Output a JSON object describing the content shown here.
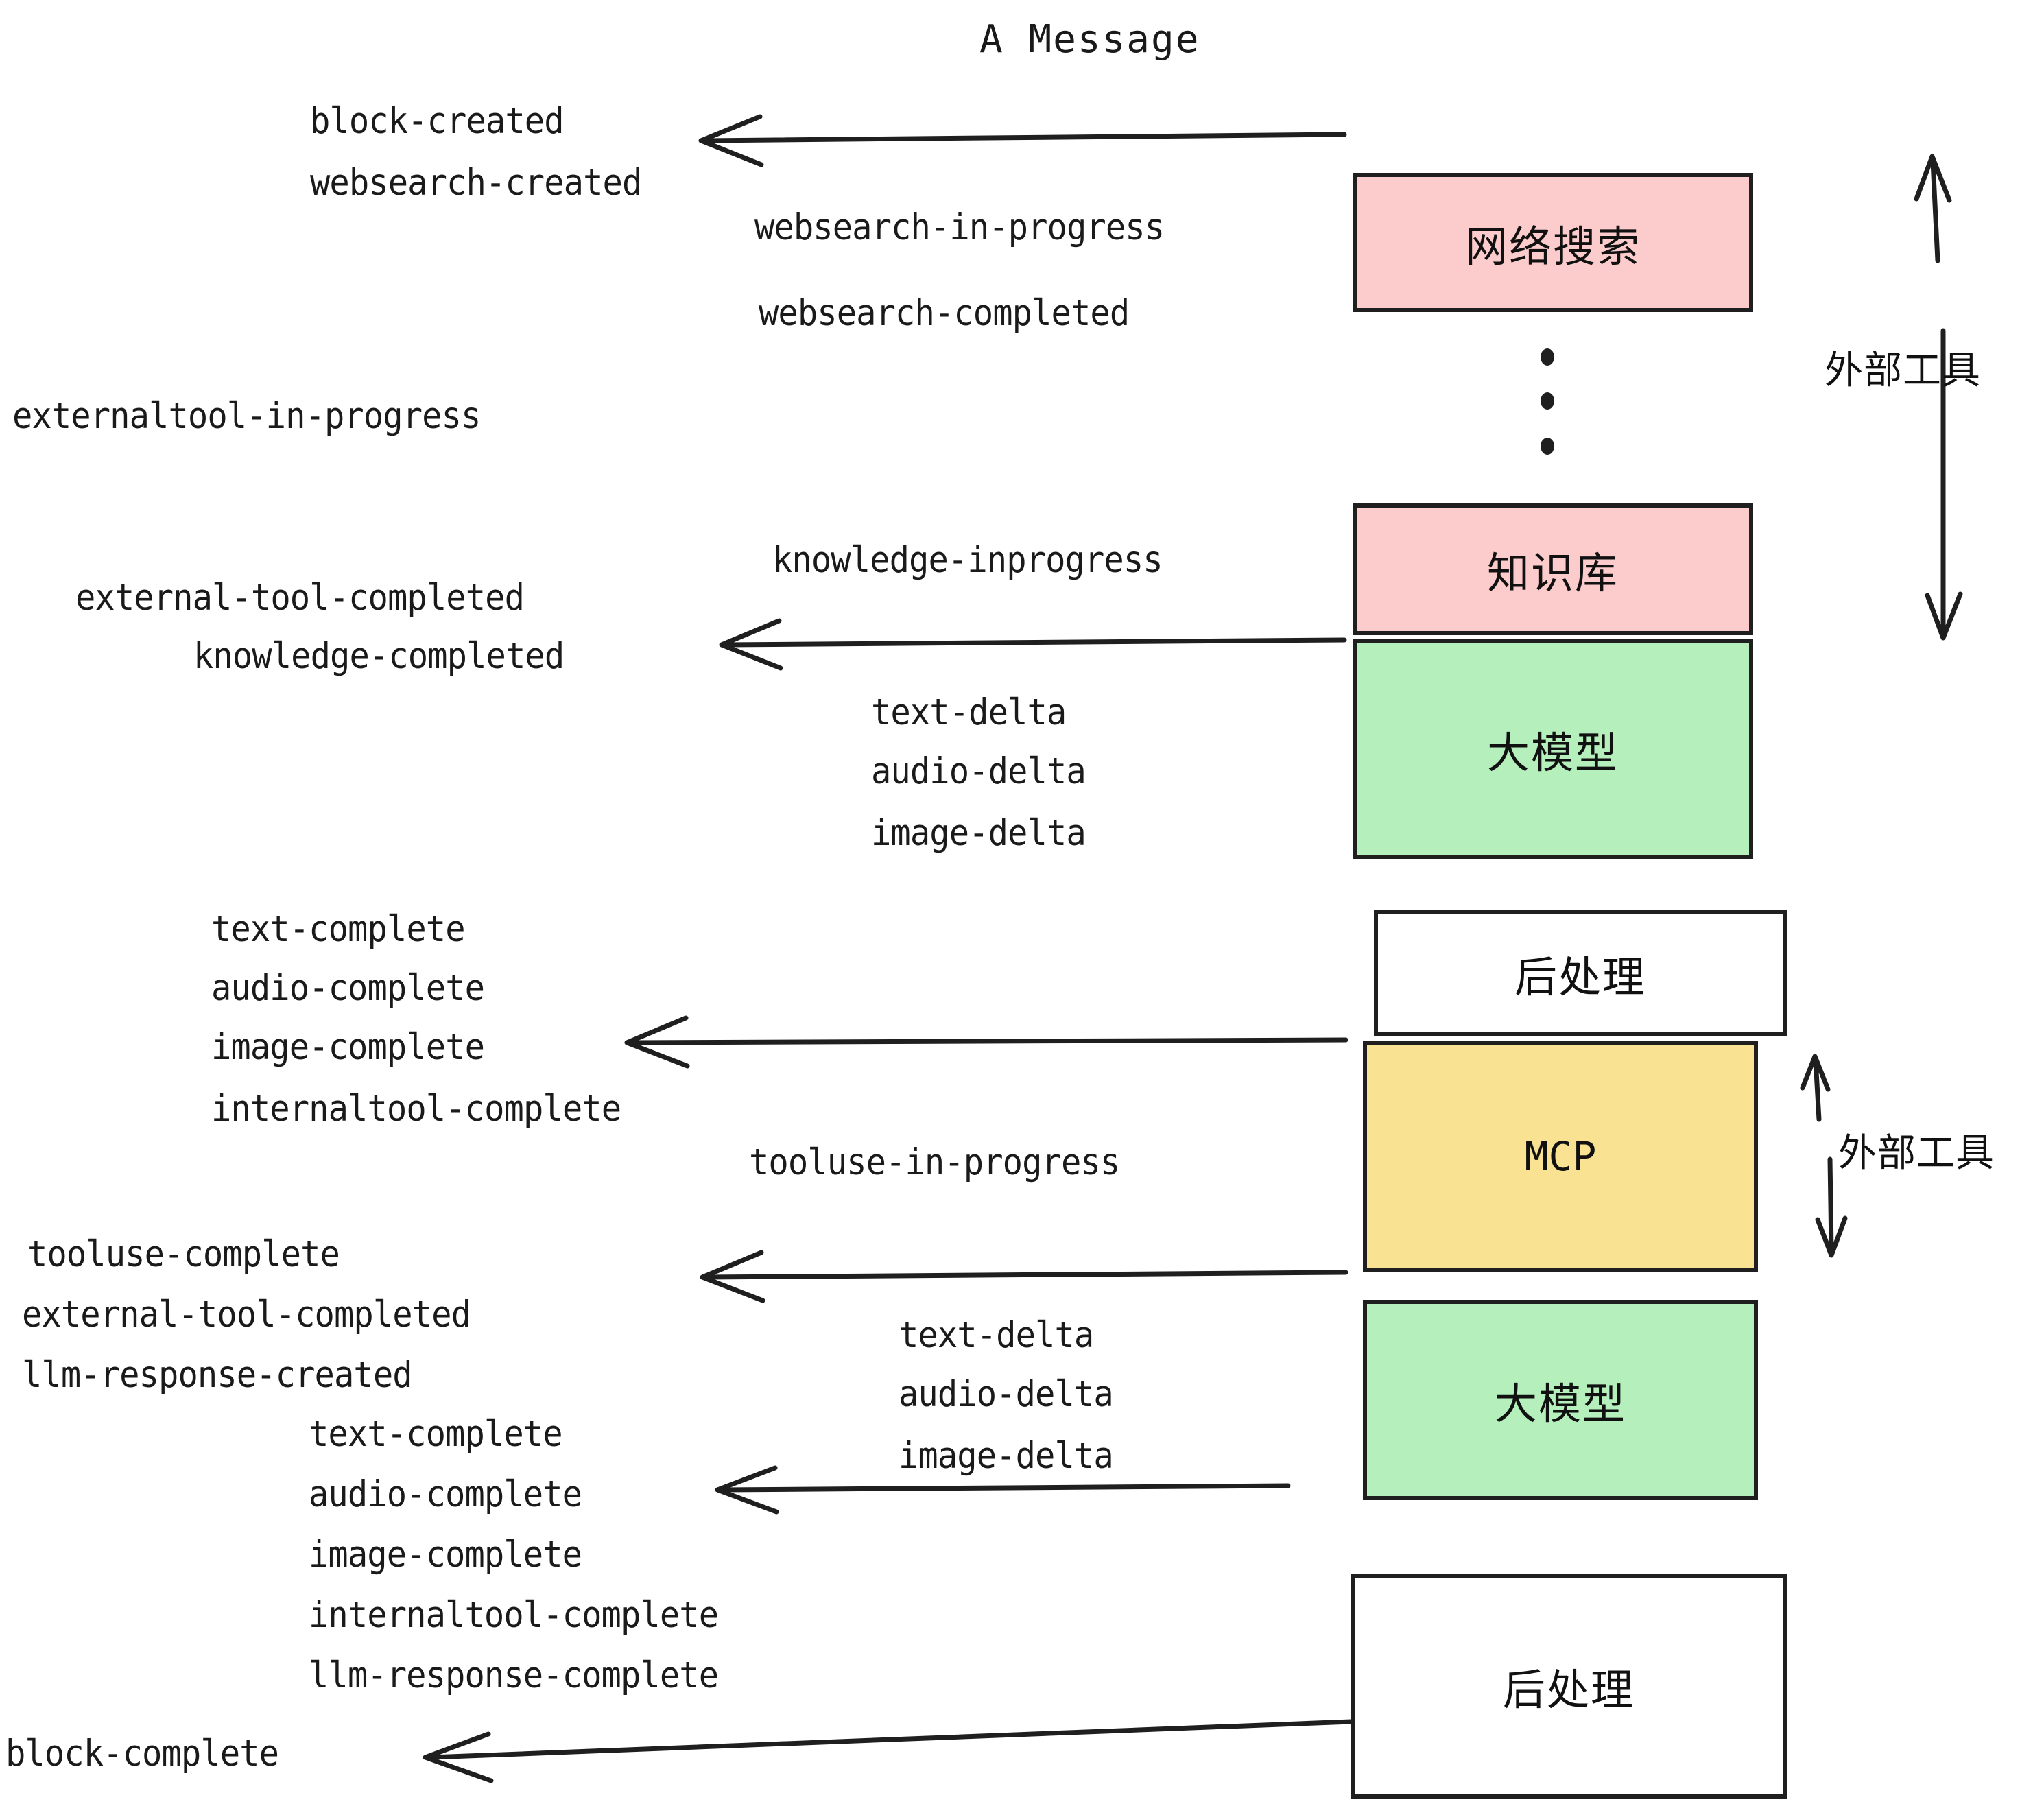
{
  "title": "A Message",
  "boxes": [
    {
      "id": "websearch",
      "label": "网络搜索",
      "color": "#fccbcb"
    },
    {
      "id": "knowledge",
      "label": "知识库",
      "color": "#fccbcb"
    },
    {
      "id": "llm-top",
      "label": "大模型",
      "color": "#b5efbb"
    },
    {
      "id": "post-top",
      "label": "后处理",
      "color": "#ffffff"
    },
    {
      "id": "mcp",
      "label": "MCP",
      "color": "#fae293"
    },
    {
      "id": "llm-bottom",
      "label": "大模型",
      "color": "#b5efbb"
    },
    {
      "id": "post-bottom",
      "label": "后处理",
      "color": "#ffffff"
    }
  ],
  "brackets": [
    {
      "id": "external-tools-top",
      "label": "外部工具"
    },
    {
      "id": "external-tools-bottom",
      "label": "外部工具"
    }
  ],
  "events": [
    {
      "id": "block-created",
      "text": "block-created"
    },
    {
      "id": "websearch-created",
      "text": "websearch-created"
    },
    {
      "id": "websearch-in-progress",
      "text": "websearch-in-progress"
    },
    {
      "id": "websearch-completed",
      "text": "websearch-completed"
    },
    {
      "id": "externaltool-in-progress",
      "text": "externaltool-in-progress"
    },
    {
      "id": "knowledge-inprogress",
      "text": "knowledge-inprogress"
    },
    {
      "id": "external-tool-completed-1",
      "text": "external-tool-completed"
    },
    {
      "id": "knowledge-completed",
      "text": "knowledge-completed"
    },
    {
      "id": "text-delta-1",
      "text": "text-delta"
    },
    {
      "id": "audio-delta-1",
      "text": "audio-delta"
    },
    {
      "id": "image-delta-1",
      "text": "image-delta"
    },
    {
      "id": "text-complete-1",
      "text": "text-complete"
    },
    {
      "id": "audio-complete-1",
      "text": "audio-complete"
    },
    {
      "id": "image-complete-1",
      "text": "image-complete"
    },
    {
      "id": "internaltool-complete-1",
      "text": "internaltool-complete"
    },
    {
      "id": "tooluse-in-progress",
      "text": "tooluse-in-progress"
    },
    {
      "id": "tooluse-complete",
      "text": "tooluse-complete"
    },
    {
      "id": "external-tool-completed-2",
      "text": "external-tool-completed"
    },
    {
      "id": "llm-response-created",
      "text": "llm-response-created"
    },
    {
      "id": "text-delta-2",
      "text": "text-delta"
    },
    {
      "id": "audio-delta-2",
      "text": "audio-delta"
    },
    {
      "id": "image-delta-2",
      "text": "image-delta"
    },
    {
      "id": "text-complete-2",
      "text": "text-complete"
    },
    {
      "id": "audio-complete-2",
      "text": "audio-complete"
    },
    {
      "id": "image-complete-2",
      "text": "image-complete"
    },
    {
      "id": "internaltool-complete-2",
      "text": "internaltool-complete"
    },
    {
      "id": "llm-response-complete",
      "text": "llm-response-complete"
    },
    {
      "id": "block-complete",
      "text": "block-complete"
    }
  ],
  "colors": {
    "stroke": "#1f1f1f",
    "text": "#1a1a1a",
    "pink": "#fccbcb",
    "green": "#b5efbb",
    "yellow": "#fae293",
    "white": "#ffffff",
    "background": "#ffffff"
  }
}
